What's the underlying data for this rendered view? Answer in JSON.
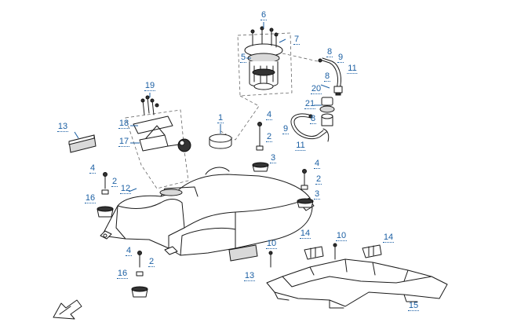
{
  "callouts": {
    "c1": "1",
    "c2a": "2",
    "c2b": "2",
    "c2c": "2",
    "c2d": "2",
    "c3a": "3",
    "c3b": "3",
    "c4a": "4",
    "c4b": "4",
    "c4c": "4",
    "c4d": "4",
    "c5": "5",
    "c6": "6",
    "c7": "7",
    "c8a": "8",
    "c8b": "8",
    "c8c": "8",
    "c9a": "9",
    "c9b": "9",
    "c10a": "10",
    "c10b": "10",
    "c11a": "11",
    "c11b": "11",
    "c12": "12",
    "c13a": "13",
    "c13b": "13",
    "c14a": "14",
    "c14b": "14",
    "c15": "15",
    "c16a": "16",
    "c16b": "16",
    "c17": "17",
    "c18": "18",
    "c19": "19",
    "c20": "20",
    "c21": "21"
  },
  "colors": {
    "callout": "#1b5fa3",
    "line": "#1a1a1a"
  },
  "icons": {
    "direction": "front-arrow-icon"
  }
}
